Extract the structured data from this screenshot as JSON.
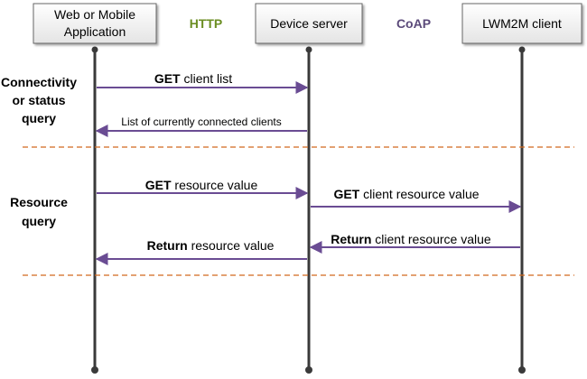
{
  "participants": [
    {
      "id": "app",
      "lines": [
        "Web or Mobile",
        "Application"
      ]
    },
    {
      "id": "server",
      "lines": [
        "Device server"
      ]
    },
    {
      "id": "client",
      "lines": [
        "LWM2M client"
      ]
    }
  ],
  "protocols": {
    "http": {
      "label": "HTTP",
      "color": "#6b8e23"
    },
    "coap": {
      "label": "CoAP",
      "color": "#5b4a7a"
    }
  },
  "sections": [
    {
      "lines": [
        "Connectivity",
        "or status",
        "query"
      ]
    },
    {
      "lines": [
        "Resource",
        "query"
      ]
    }
  ],
  "messages": [
    {
      "keyword": "GET",
      "text": " client list",
      "from": "app",
      "to": "server"
    },
    {
      "keyword": "",
      "text": "List of currently connected clients",
      "from": "server",
      "to": "app"
    },
    {
      "keyword": "GET",
      "text": " resource value",
      "from": "app",
      "to": "server"
    },
    {
      "keyword": "GET",
      "text": " client resource value",
      "from": "server",
      "to": "client"
    },
    {
      "keyword": "Return",
      "text": " client resource value",
      "from": "client",
      "to": "server"
    },
    {
      "keyword": "Return",
      "text": " resource value",
      "from": "server",
      "to": "app"
    }
  ],
  "colors": {
    "lifeline": "#3a3a3a",
    "arrow": "#6a4c93",
    "separator": "#d2691e",
    "box_fill_top": "#ffffff",
    "box_fill_bottom": "#e8e8e8",
    "box_border": "#666666"
  }
}
